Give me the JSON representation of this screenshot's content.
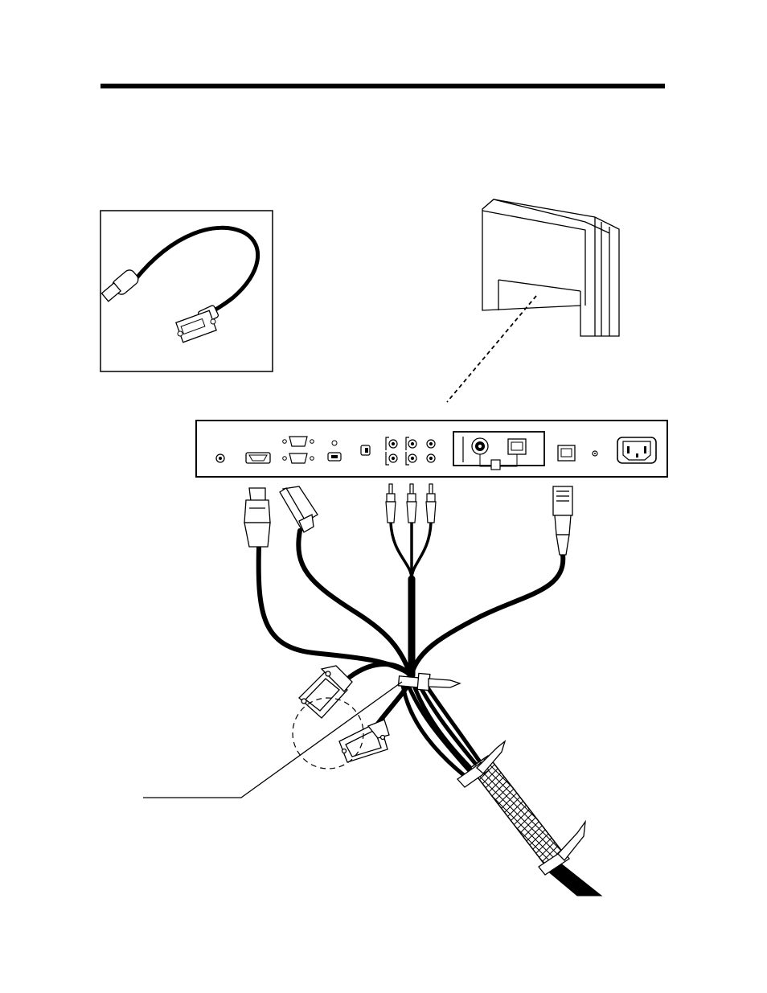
{
  "page": {
    "background": "#ffffff",
    "ink": "#000000"
  },
  "figure": {
    "header_rule": "thick-black-rule",
    "inset": {
      "contents": "hdmi-to-dvi-adapter-cable",
      "icons": [
        "hdmi-plug-icon",
        "dvi-plug-icon"
      ]
    },
    "monitor": {
      "view": "rear",
      "callout": "dashed-leader-to-connector-panel"
    },
    "connector_panel": {
      "ports": [
        "audio-jack-icon",
        "hdmi-port-icon",
        "vga-port-upper-icon",
        "vga-port-lower-icon",
        "mini-port-icon",
        "switch-icon",
        "rca-jack-icon",
        "coax-bnc-icon",
        "rj45-port-icon",
        "rj11-port-icon",
        "led-icon",
        "power-inlet-icon"
      ]
    },
    "cables": {
      "plugs": [
        "hdmi-plug-icon",
        "vga-plug-icon",
        "rca-plug-red-icon",
        "rca-plug-green-icon",
        "rca-plug-blue-icon",
        "rj45-plug-icon",
        "dvi-plug-icon",
        "vga-plug-spare-icon"
      ],
      "bundle": "cable-tie-and-braided-sleeve",
      "callout_leader": "unlabeled-leader-line"
    }
  }
}
